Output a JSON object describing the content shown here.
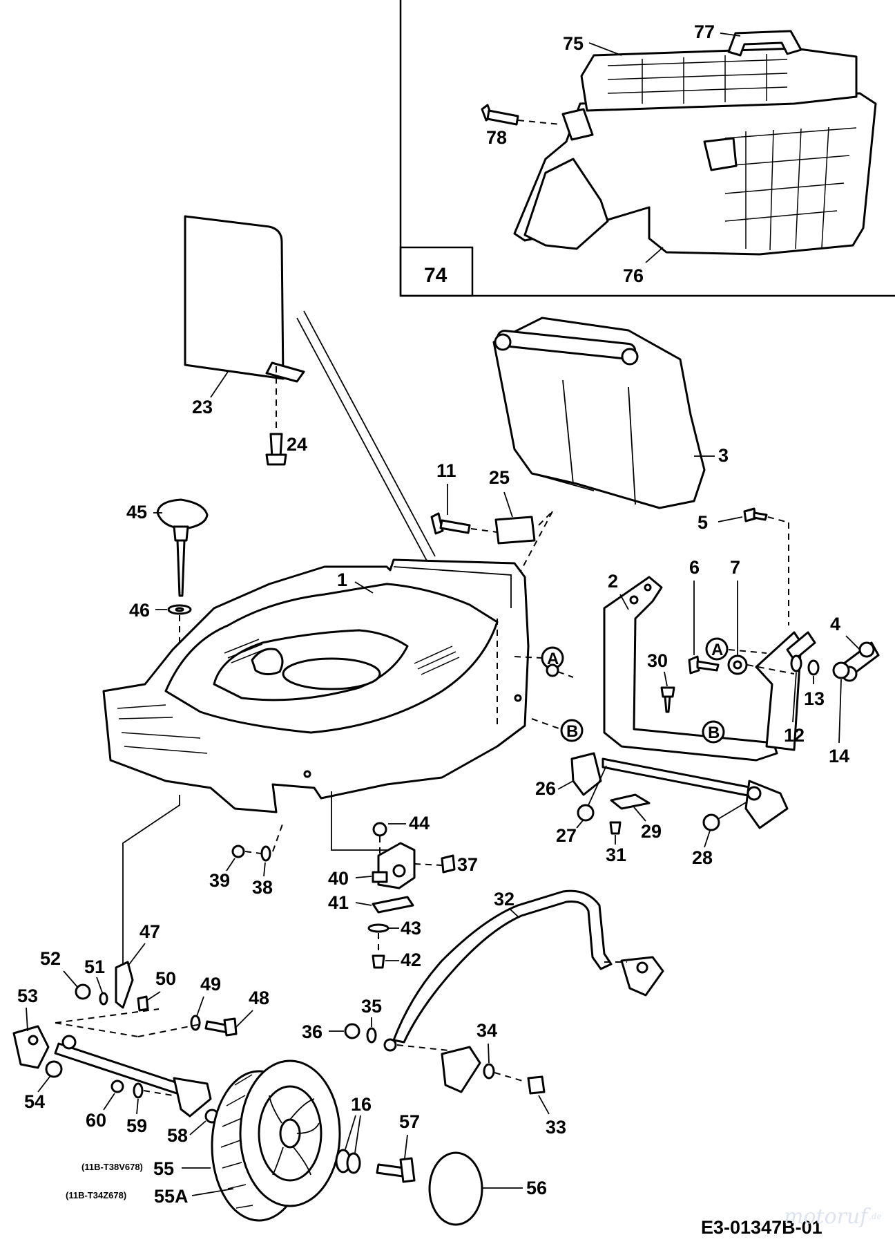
{
  "diagram": {
    "code": "E3-01347B-01",
    "watermark": "motoruf",
    "watermark_suffix": ".de",
    "inset_label": "74",
    "callouts": {
      "p1": "1",
      "p2": "2",
      "p3": "3",
      "p4": "4",
      "p5": "5",
      "p6": "6",
      "p7": "7",
      "p11": "11",
      "p12": "12",
      "p13": "13",
      "p14": "14",
      "p16": "16",
      "p23": "23",
      "p24": "24",
      "p25": "25",
      "p26": "26",
      "p27": "27",
      "p28": "28",
      "p29": "29",
      "p30": "30",
      "p31": "31",
      "p32": "32",
      "p33": "33",
      "p34": "34",
      "p35": "35",
      "p36": "36",
      "p37": "37",
      "p38": "38",
      "p39": "39",
      "p40": "40",
      "p41": "41",
      "p42": "42",
      "p43": "43",
      "p44": "44",
      "p45": "45",
      "p46": "46",
      "p47": "47",
      "p48": "48",
      "p49": "49",
      "p50": "50",
      "p51": "51",
      "p52": "52",
      "p53": "53",
      "p54": "54",
      "p56": "56",
      "p57": "57",
      "p58": "58",
      "p59": "59",
      "p60": "60",
      "p75": "75",
      "p76": "76",
      "p77": "77",
      "p78": "78"
    },
    "wheel_variants": [
      {
        "model": "(11B-T38V678)",
        "part": "55"
      },
      {
        "model": "(11B-T34Z678)",
        "part": "55A"
      }
    ],
    "connectors": {
      "a1": "A",
      "a2": "A",
      "b1": "B",
      "b2": "B"
    }
  }
}
